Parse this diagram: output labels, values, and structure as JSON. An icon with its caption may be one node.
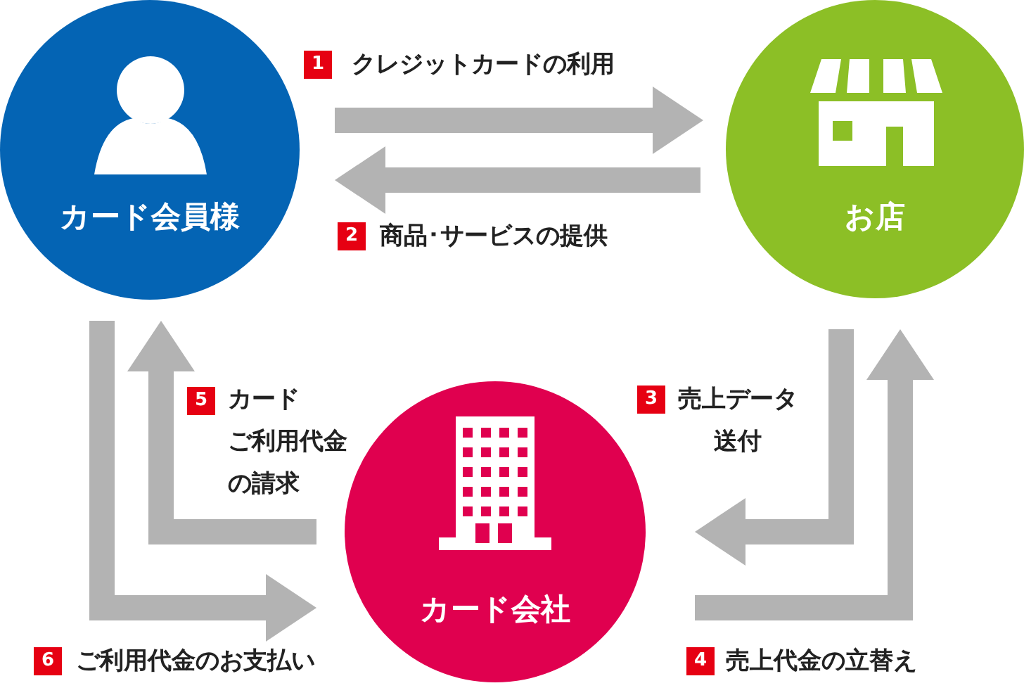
{
  "diagram": {
    "nodes": [
      {
        "text": [
          "カード会員様"
        ]
      },
      {
        "text": [
          "お店"
        ]
      },
      {
        "text": [
          "カード会社"
        ]
      }
    ],
    "edges": [
      {
        "from": 0,
        "to": 1,
        "arrow": "to",
        "label": "クレジットカードの利用"
      },
      {
        "from": 1,
        "to": 0,
        "arrow": "to",
        "label": "商品･サービスの提供"
      },
      {
        "from": 1,
        "to": 2,
        "arrow": "to",
        "label": "売上データ送付"
      },
      {
        "from": 2,
        "to": 1,
        "arrow": "to",
        "label": "売上代金の立替え"
      },
      {
        "from": 2,
        "to": 0,
        "arrow": "to",
        "label": "カードご利用代金の請求"
      },
      {
        "from": 0,
        "to": 2,
        "arrow": "to",
        "label": "ご利用代金のお支払い"
      }
    ],
    "labels": [
      "1",
      "2",
      "5",
      "3",
      "6",
      "4"
    ]
  }
}
